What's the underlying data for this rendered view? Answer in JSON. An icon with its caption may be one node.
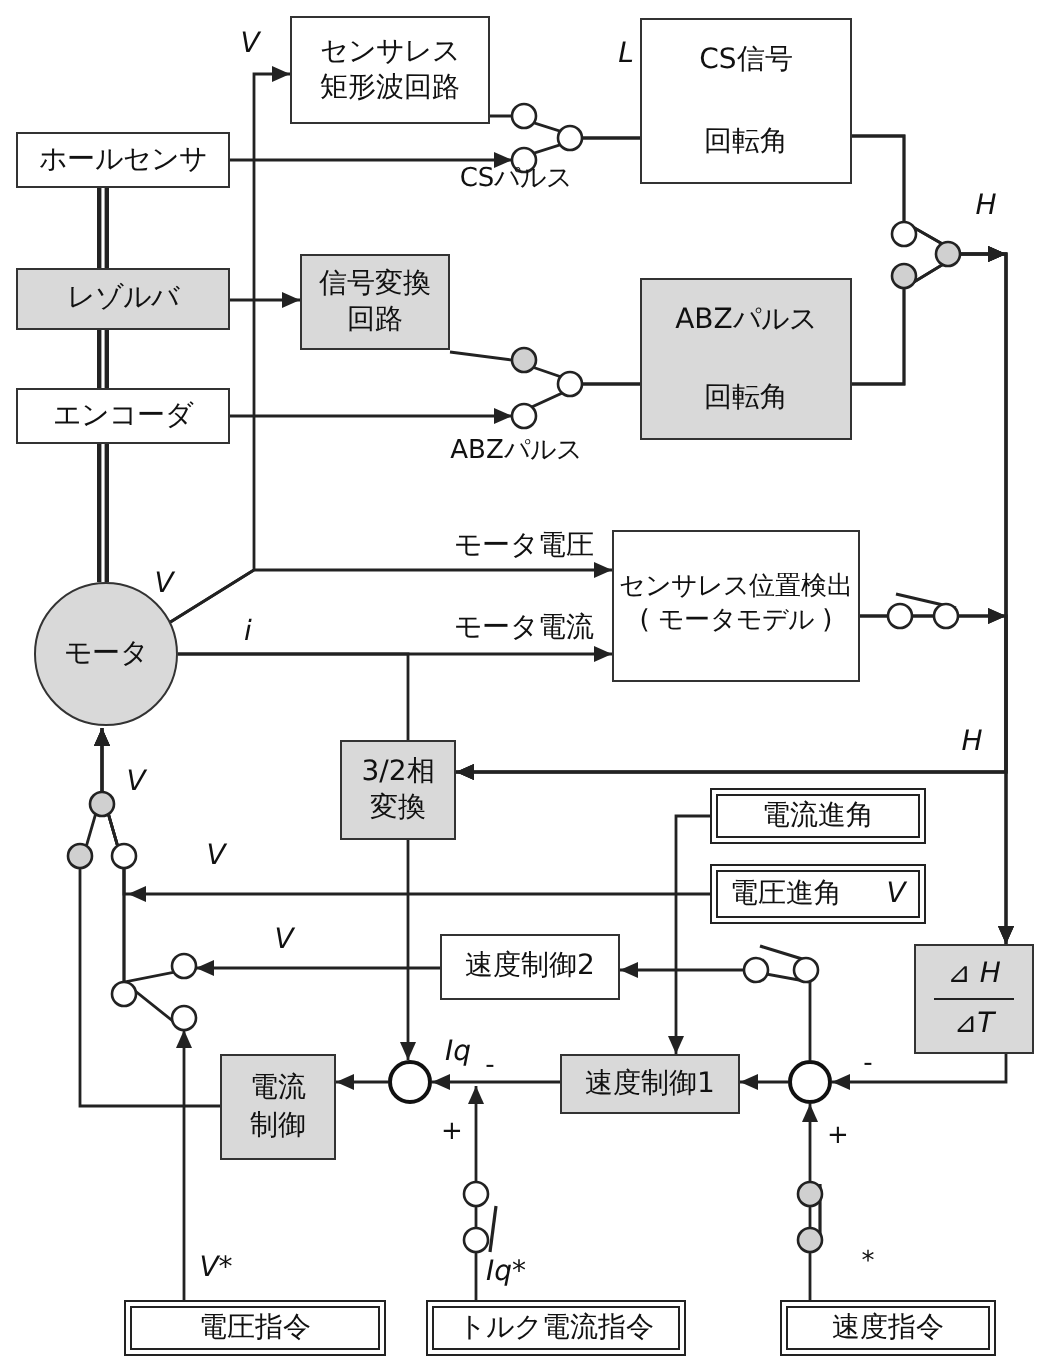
{
  "diagram": {
    "nodes": [
      {
        "text": [
          "センサレス矩形波回路"
        ]
      },
      {
        "text": [
          "CS信号",
          "回転角"
        ]
      },
      {
        "text": [
          "ホールセンサ"
        ]
      },
      {
        "text": [
          "レゾルバ"
        ]
      },
      {
        "text": [
          "信号変換回路"
        ]
      },
      {
        "text": [
          "ABZパルス",
          "回転角"
        ]
      },
      {
        "text": [
          "エンコーダ"
        ]
      },
      {
        "text": [
          "モータ"
        ]
      },
      {
        "text": [
          "センサレス位置検出( モータモデル )"
        ]
      },
      {
        "text": [
          "3/2相変換"
        ]
      },
      {
        "text": [
          "電流進角"
        ]
      },
      {
        "text": [
          "電圧進角",
          "V"
        ]
      },
      {
        "text": [
          "速度制御2"
        ]
      },
      {
        "text": [
          "⊿ H",
          "⊿T"
        ]
      },
      {
        "text": [
          "電流制御"
        ]
      },
      {
        "text": [
          "速度制御1"
        ]
      },
      {
        "text": [],
        "shape": "circle"
      },
      {
        "text": [],
        "shape": "circle"
      },
      {
        "text": [
          "電圧指令"
        ]
      },
      {
        "text": [
          "トルク電流指令"
        ]
      },
      {
        "text": [
          "速度指令"
        ]
      }
    ],
    "edges": [
      {
        "from": 7,
        "to": 0,
        "arrow": "to"
      },
      {
        "from": 7,
        "to": 8,
        "arrow": "to",
        "label": "モータ電圧"
      },
      {
        "from": 7,
        "to": 8,
        "arrow": "to",
        "label": "モータ電流"
      },
      {
        "from": 7,
        "to": 9,
        "arrow": "none"
      },
      {
        "from": 2,
        "to": 1,
        "arrow": "to"
      },
      {
        "from": 0,
        "to": 1,
        "arrow": "none"
      },
      {
        "from": 3,
        "to": 4,
        "arrow": "to"
      },
      {
        "from": 4,
        "to": 5,
        "arrow": "none"
      },
      {
        "from": 6,
        "to": 5,
        "arrow": "to"
      },
      {
        "from": 1,
        "to": 9,
        "arrow": "to"
      },
      {
        "from": 5,
        "to": 9,
        "arrow": "to"
      },
      {
        "from": 8,
        "to": 9,
        "arrow": "to"
      },
      {
        "from": 1,
        "to": 13,
        "arrow": "to"
      },
      {
        "from": 5,
        "to": 13,
        "arrow": "to"
      },
      {
        "from": 8,
        "to": 13,
        "arrow": "to"
      },
      {
        "from": 13,
        "to": 17,
        "arrow": "to"
      },
      {
        "from": 9,
        "to": 16,
        "arrow": "to"
      },
      {
        "from": 10,
        "to": 15,
        "arrow": "to"
      },
      {
        "from": 17,
        "to": 15,
        "arrow": "to"
      },
      {
        "from": 17,
        "to": 12,
        "arrow": "to"
      },
      {
        "from": 20,
        "to": 17,
        "arrow": "to"
      },
      {
        "from": 15,
        "to": 16,
        "arrow": "to"
      },
      {
        "from": 19,
        "to": 16,
        "arrow": "to"
      },
      {
        "from": 16,
        "to": 14,
        "arrow": "to"
      },
      {
        "from": 14,
        "to": 7,
        "arrow": "to"
      },
      {
        "from": 11,
        "to": 7,
        "arrow": "to"
      },
      {
        "from": 12,
        "to": 7,
        "arrow": "to"
      },
      {
        "from": 18,
        "to": 7,
        "arrow": "to"
      },
      {
        "from": 2,
        "to": 3,
        "arrow": "none",
        "style": "thick"
      },
      {
        "from": 3,
        "to": 6,
        "arrow": "none",
        "style": "thick"
      },
      {
        "from": 6,
        "to": 7,
        "arrow": "none",
        "style": "thick"
      }
    ],
    "labels": [
      "V",
      "L",
      "CSパルス",
      "H",
      "ABZパルス",
      "V",
      "i",
      "H",
      "V",
      "V",
      "V",
      "Iq",
      "-",
      "-",
      "+",
      "+",
      "V*",
      "Iq*",
      "*"
    ]
  }
}
